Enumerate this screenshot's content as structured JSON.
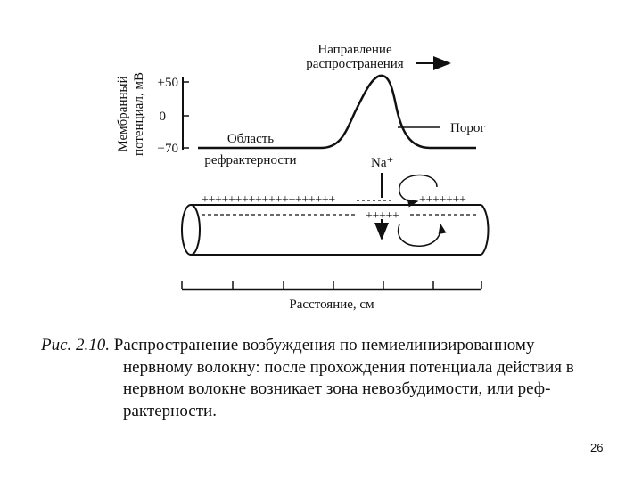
{
  "diagram": {
    "y_axis_label_line1": "Мембранный",
    "y_axis_label_line2": "потенциал, мВ",
    "y_ticks": [
      "+50",
      "0",
      "−70"
    ],
    "direction_label_line1": "Направление",
    "direction_label_line2": "распространения",
    "threshold_label": "Порог",
    "refractory_label_line1": "Область",
    "refractory_label_line2": "рефрактерности",
    "ion_label": "Na⁺",
    "outer_plus_left": "++++++++++++++++++++",
    "outer_plus_right": "+++++++",
    "inner_plus": "+++++",
    "x_axis_label": "Расстояние, см"
  },
  "caption": {
    "label": "Рис. 2.10.",
    "line1": "Распространение возбуждения по немиелинизированному",
    "line2": "нервному волокну: после прохождения потенциала действия в",
    "line3": "нервном волокне возникает зона невозбудимости, или реф-",
    "line4": "рактерности."
  },
  "page_number": "26"
}
